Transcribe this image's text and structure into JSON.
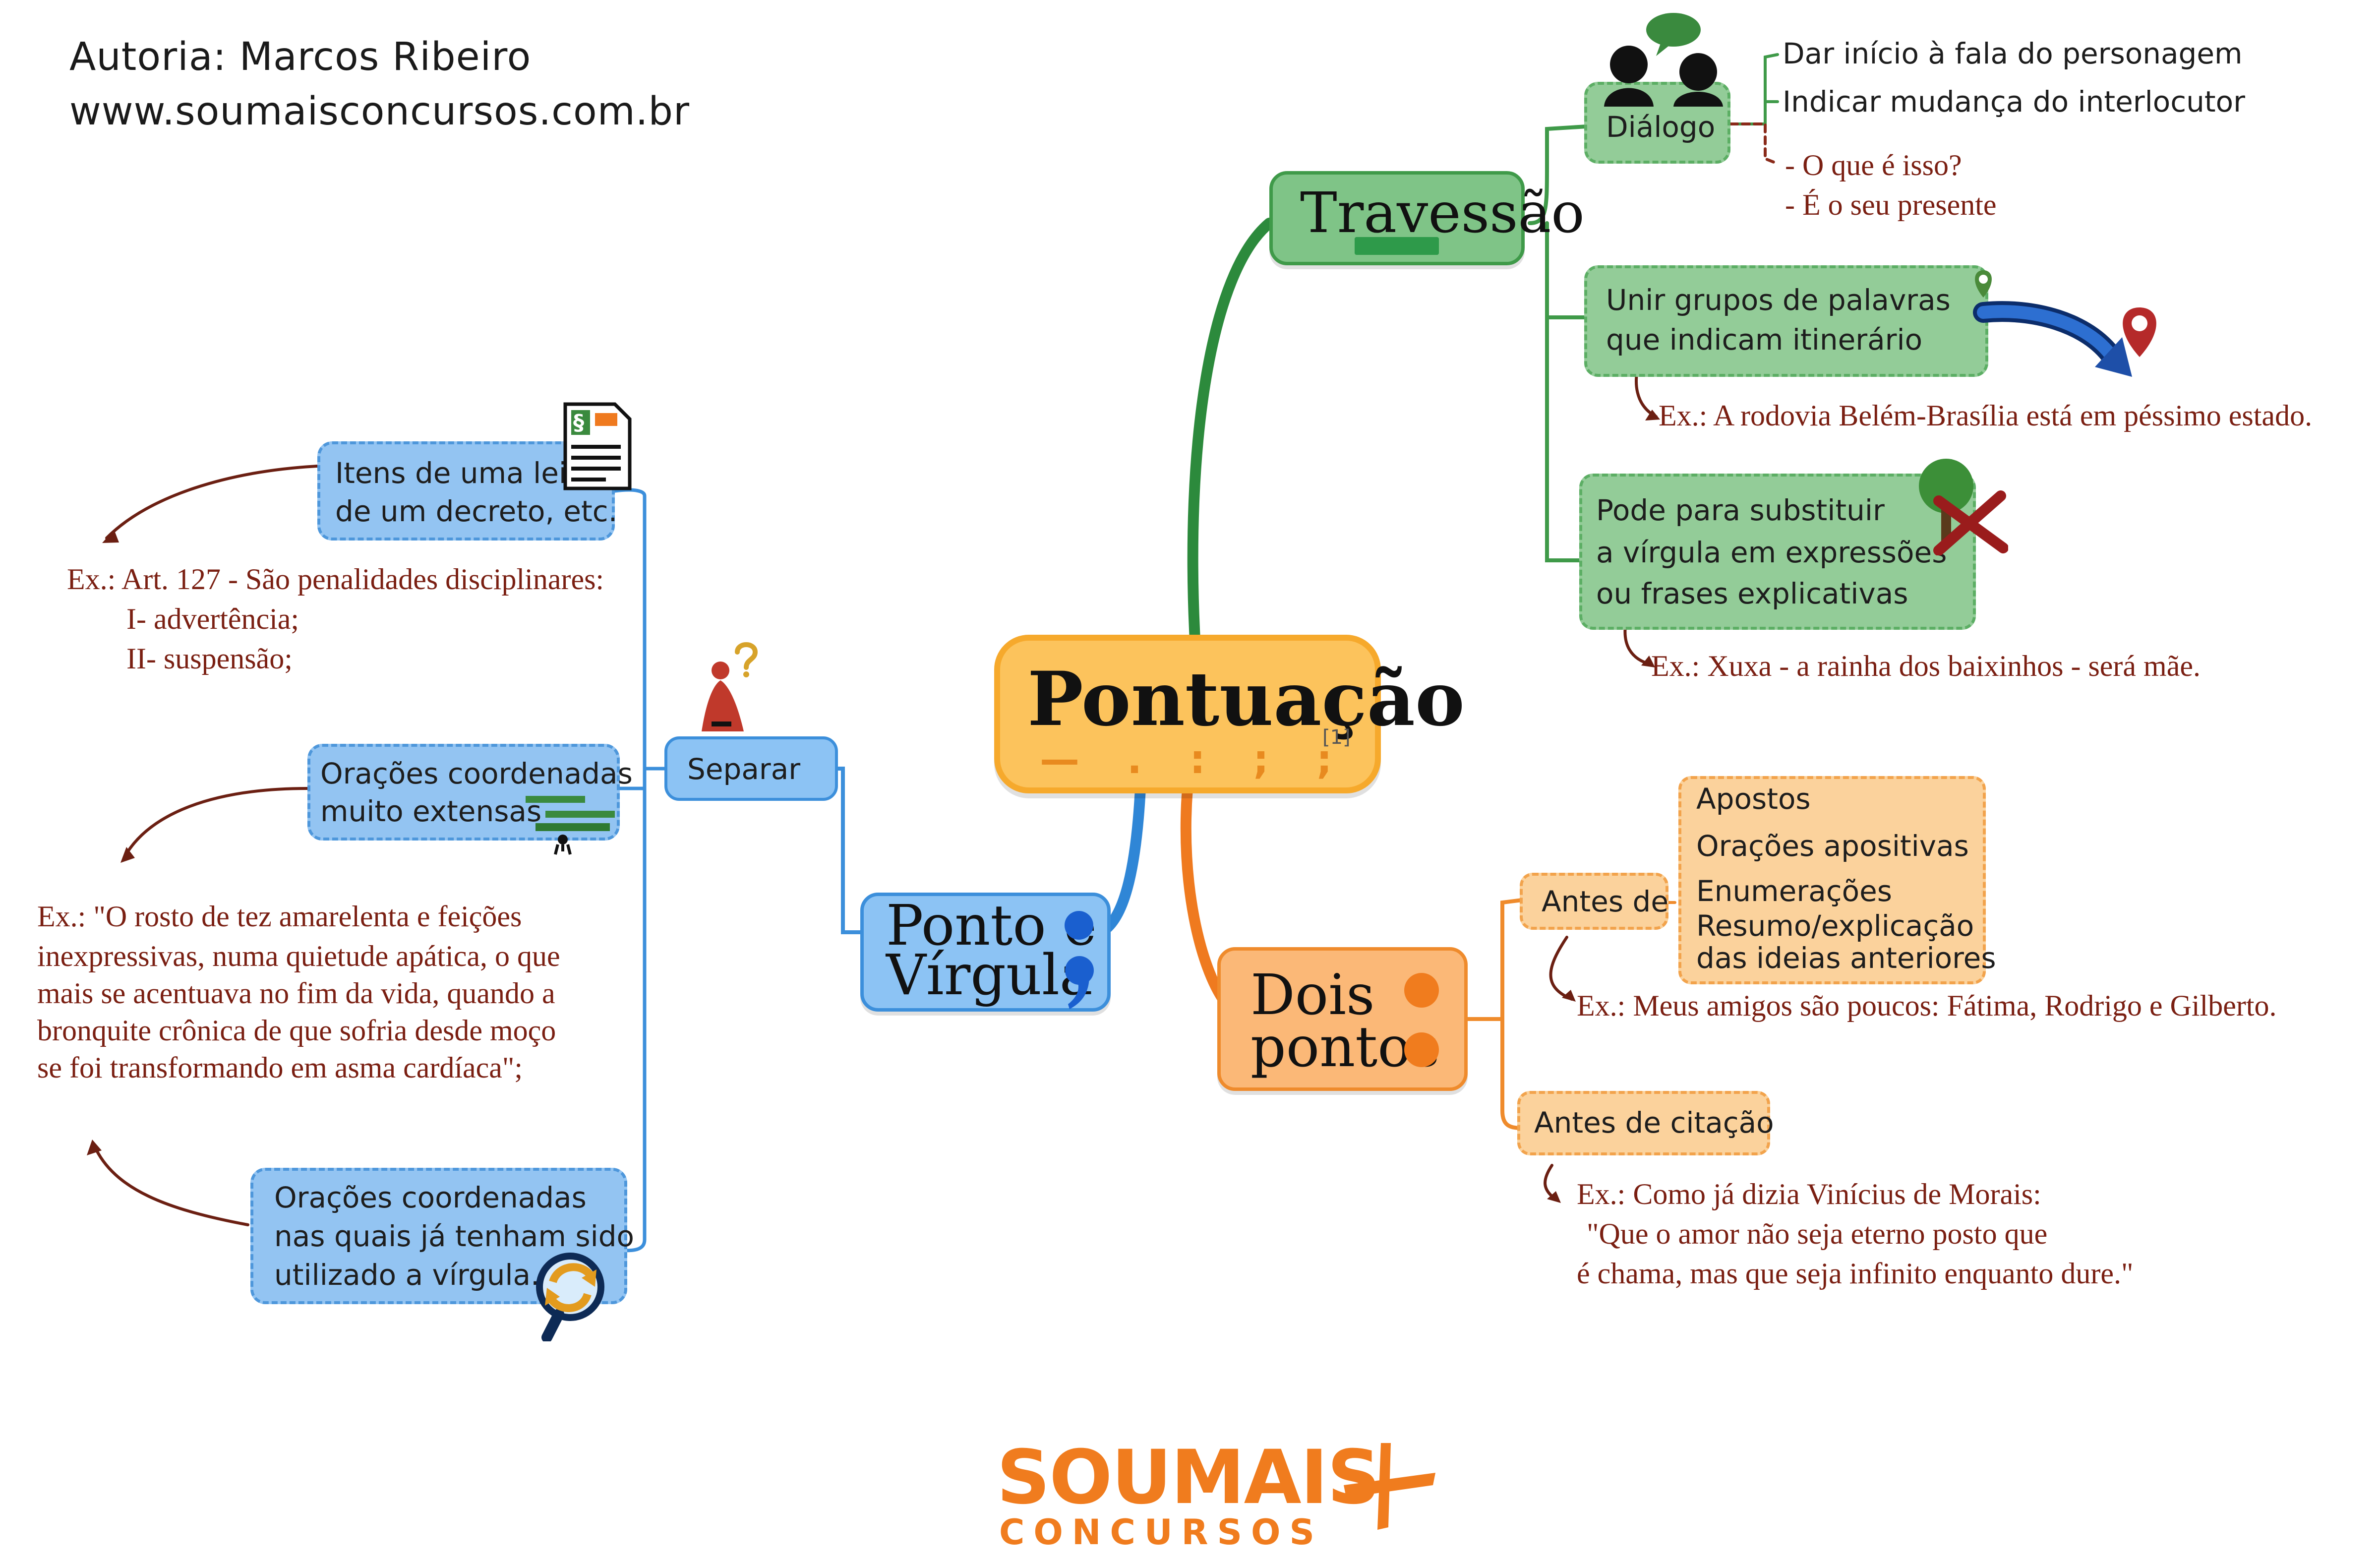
{
  "credits": {
    "author": "Autoria: Marcos Ribeiro",
    "website": "www.soumaisconcursos.com.br"
  },
  "center": {
    "title": "Pontuação",
    "symbols": "— . : ; ;",
    "note": "[1]"
  },
  "travessao": {
    "label": "Travessão",
    "dialogo": {
      "label": "Diálogo",
      "items": [
        "Dar início à fala do personagem",
        "Indicar mudança do interlocutor"
      ],
      "example_lines": [
        "- O que é isso?",
        "- É o seu presente"
      ]
    },
    "itinerario": {
      "lines": [
        "Unir grupos de palavras",
        "que indicam itinerário"
      ],
      "example": "Ex.: A rodovia Belém-Brasília está em péssimo estado."
    },
    "virgula": {
      "lines": [
        "Pode para substituir",
        "a vírgula em expressões",
        "ou frases explicativas"
      ],
      "example": "Ex.: Xuxa - a rainha dos baixinhos - será mãe."
    }
  },
  "dois_pontos": {
    "label_lines": [
      "Dois",
      "pontos"
    ],
    "antes_de": {
      "label": "Antes de",
      "items": [
        "Apostos",
        "Orações apositivas",
        "Enumerações",
        "Resumo/explicação",
        "das ideias anteriores"
      ],
      "example": "Ex.: Meus amigos são poucos:  Fátima, Rodrigo e Gilberto."
    },
    "citacao": {
      "label": "Antes de citação",
      "example_lines": [
        "Ex.: Como já dizia Vinícius de Morais:",
        "\"Que o amor não seja eterno posto que",
        "é chama, mas que seja infinito enquanto dure.\""
      ]
    }
  },
  "ponto_virgula": {
    "label_lines": [
      "Ponto e",
      "Vírgula"
    ],
    "separar": {
      "label": "Separar",
      "lei": {
        "lines": [
          "Itens de uma lei,",
          "de um decreto, etc."
        ],
        "example_lines": [
          "Ex.: Art. 127 - São penalidades disciplinares:",
          "I- advertência;",
          "II- suspensão;"
        ]
      },
      "extensas": {
        "lines": [
          "Orações coordenadas",
          "muito extensas"
        ],
        "example_lines": [
          "Ex.: \"O rosto de tez amarelenta e feições",
          "inexpressivas, numa quietude apática, o que",
          "mais se acentuava no fim da vida, quando a",
          "bronquite crônica de que sofria desde moço",
          "se foi transformando em asma cardíaca\";"
        ]
      },
      "virgula_usada": {
        "lines": [
          "Orações coordenadas",
          "nas quais já tenham sido",
          "utilizado a vírgula."
        ]
      }
    }
  },
  "logo": {
    "top": "SOUMAIS",
    "bottom": "CONCURSOS"
  },
  "colors": {
    "green": "#3f9a49",
    "blue": "#3c8fdb",
    "orange": "#ef8b2c",
    "center": "#fcc35c",
    "example_text": "#7a1f12"
  },
  "icons": [
    "speech-people-icon",
    "location-route-icon",
    "tree-cross-icon",
    "question-person-icon",
    "law-document-icon",
    "bench-icon",
    "magnifier-refresh-icon"
  ]
}
